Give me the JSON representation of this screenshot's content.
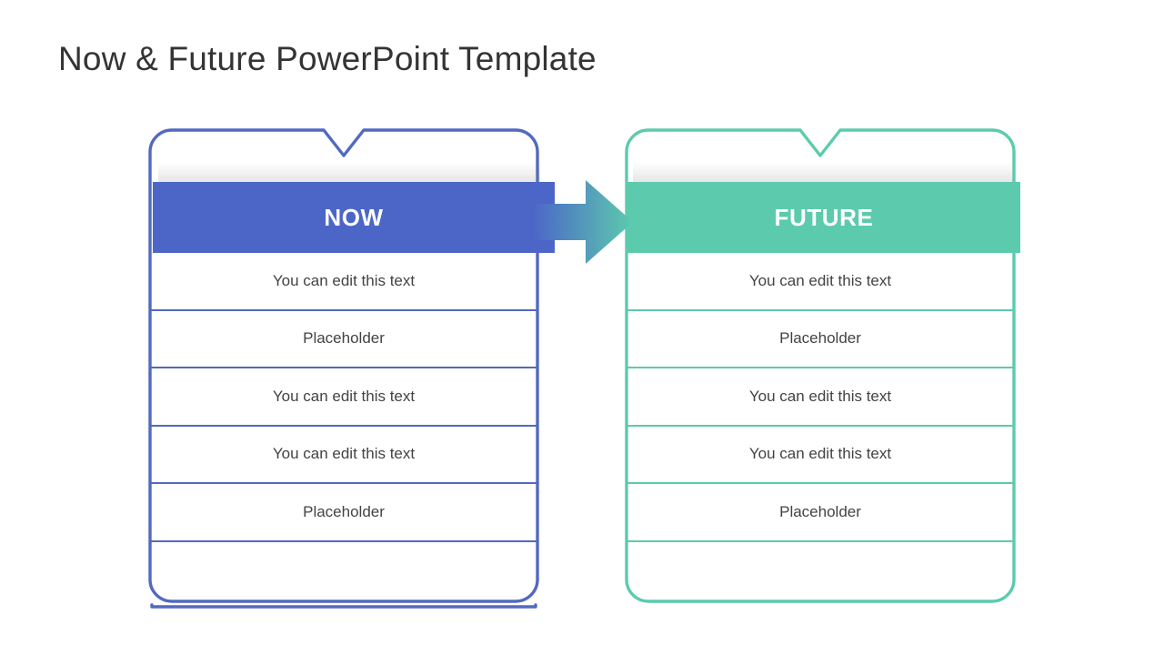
{
  "slide": {
    "title": "Now & Future PowerPoint Template",
    "background_color": "#ffffff",
    "title_color": "#343434"
  },
  "columns": [
    {
      "id": "now",
      "header_label": "NOW",
      "accent_color": "#4c66c8",
      "border_color": "#5269c0",
      "header_text_color": "#ffffff",
      "rows": [
        "You can edit this text",
        "Placeholder",
        "You can edit this text",
        "You can edit this text",
        "Placeholder"
      ]
    },
    {
      "id": "future",
      "header_label": "FUTURE",
      "accent_color": "#5ccbad",
      "border_color": "#5ccbad",
      "header_text_color": "#ffffff",
      "rows": [
        "You can edit this text",
        "Placeholder",
        "You can edit this text",
        "You can edit this text",
        "Placeholder"
      ]
    }
  ],
  "connector": {
    "icon": "right-arrow-icon",
    "gradient_from": "#4c66c8",
    "gradient_to": "#5ccbad"
  },
  "row_text_color": "#434343"
}
